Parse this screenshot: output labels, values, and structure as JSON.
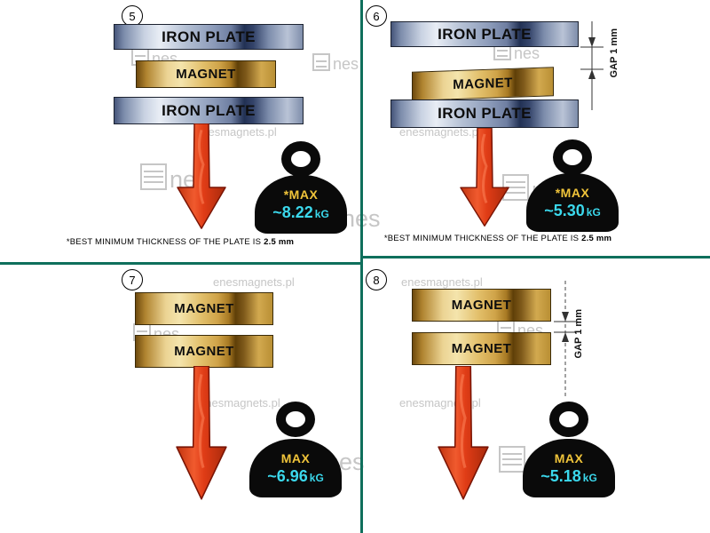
{
  "watermark": {
    "url_text": "enesmagnets.pl",
    "logo_text": "nes"
  },
  "panels": [
    {
      "number": "5",
      "layers": [
        {
          "label": "IRON PLATE"
        },
        {
          "label": "MAGNET"
        },
        {
          "label": "IRON PLATE"
        }
      ],
      "weight": {
        "prefix": "*MAX",
        "value": "~8.22",
        "unit": "kG"
      },
      "footnote": {
        "text": "*BEST MINIMUM THICKNESS OF THE PLATE IS",
        "emph": "2.5 mm"
      }
    },
    {
      "number": "6",
      "layers": [
        {
          "label": "IRON PLATE"
        },
        {
          "label": "MAGNET"
        },
        {
          "label": "IRON PLATE"
        }
      ],
      "gap_label": "GAP 1 mm",
      "weight": {
        "prefix": "*MAX",
        "value": "~5.30",
        "unit": "kG"
      },
      "footnote": {
        "text": "*BEST MINIMUM THICKNESS OF THE PLATE IS",
        "emph": "2.5 mm"
      }
    },
    {
      "number": "7",
      "layers": [
        {
          "label": "MAGNET"
        },
        {
          "label": "MAGNET"
        }
      ],
      "weight": {
        "prefix": "MAX",
        "value": "~6.96",
        "unit": "kG"
      }
    },
    {
      "number": "8",
      "layers": [
        {
          "label": "MAGNET"
        },
        {
          "label": "MAGNET"
        }
      ],
      "gap_label": "GAP 1 mm",
      "weight": {
        "prefix": "MAX",
        "value": "~5.18",
        "unit": "kG"
      }
    }
  ],
  "colors": {
    "divider": "#0f6f5c",
    "arrow": "#e8401f",
    "weight_bg": "#0a0a0a",
    "max_label": "#f0c43a",
    "value_text": "#3bd8ec",
    "watermark": "#c6c6c6"
  }
}
